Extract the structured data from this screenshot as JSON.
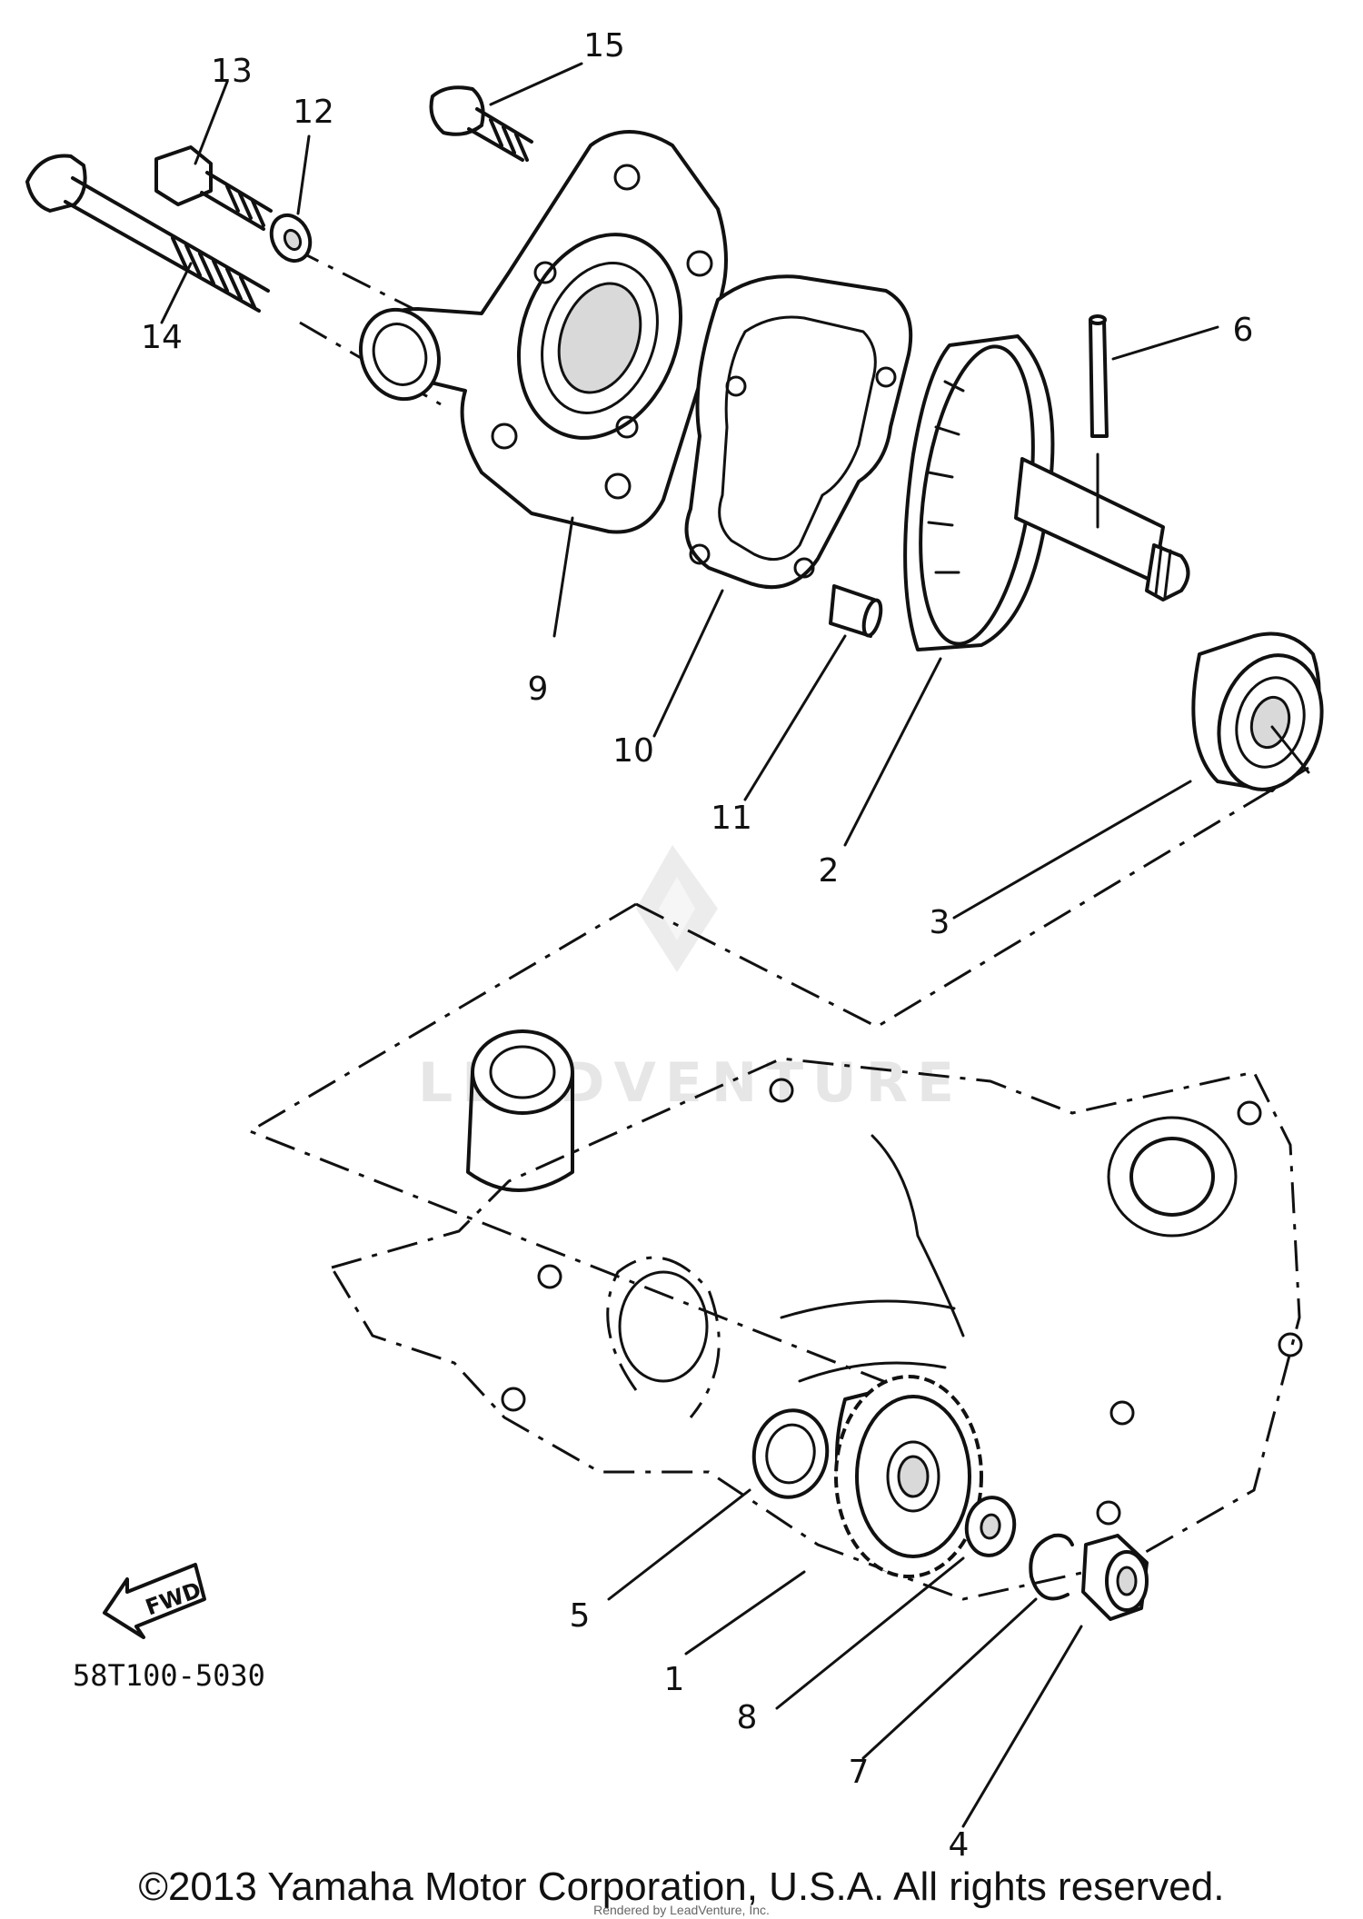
{
  "diagram": {
    "callouts": [
      "1",
      "2",
      "3",
      "4",
      "5",
      "6",
      "7",
      "8",
      "9",
      "10",
      "11",
      "12",
      "13",
      "14",
      "15"
    ],
    "part_number": "58T100-5030",
    "fwd_label": "FWD",
    "watermark": "LEADVENTURE"
  },
  "footer": {
    "copyright": "©2013 Yamaha Motor Corporation, U.S.A. All rights reserved.",
    "rendered_by": "Rendered by LeadVenture, Inc."
  }
}
